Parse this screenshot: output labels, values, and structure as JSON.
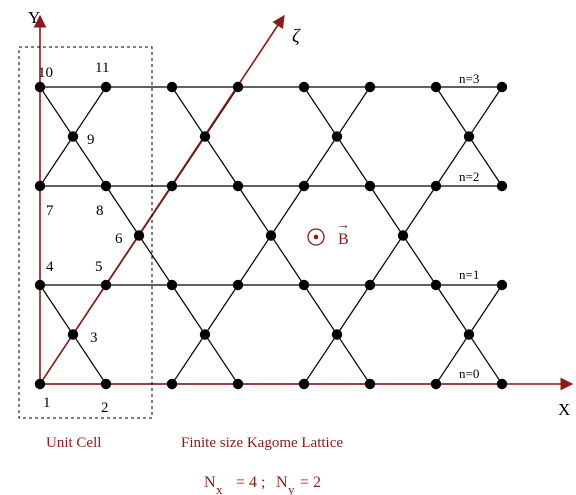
{
  "axes": {
    "x_label": "X",
    "y_label": "Y",
    "zeta_label": "ζ",
    "x_color": "#8b1a1a",
    "y_color": "#8b1a1a",
    "zeta_color": "#8b1a1a"
  },
  "unit_cell": {
    "label": "Unit Cell",
    "site_numbers": [
      "1",
      "2",
      "3",
      "4",
      "5",
      "6",
      "7",
      "8",
      "9",
      "10",
      "11"
    ]
  },
  "row_labels": [
    "n=0",
    "n=1",
    "n=2",
    "n=3"
  ],
  "field": {
    "symbol": "B",
    "arrow": "→"
  },
  "caption": {
    "title": "Finite size Kagome Lattice",
    "nx_symbol": "N",
    "nx_subscript": "x",
    "nx_value": "= 4 ;",
    "ny_symbol": "N",
    "ny_subscript": "y",
    "ny_value": "= 2"
  },
  "colors": {
    "caption_text": "#8b1a1a",
    "lattice": "#000000",
    "site": "#000000"
  }
}
